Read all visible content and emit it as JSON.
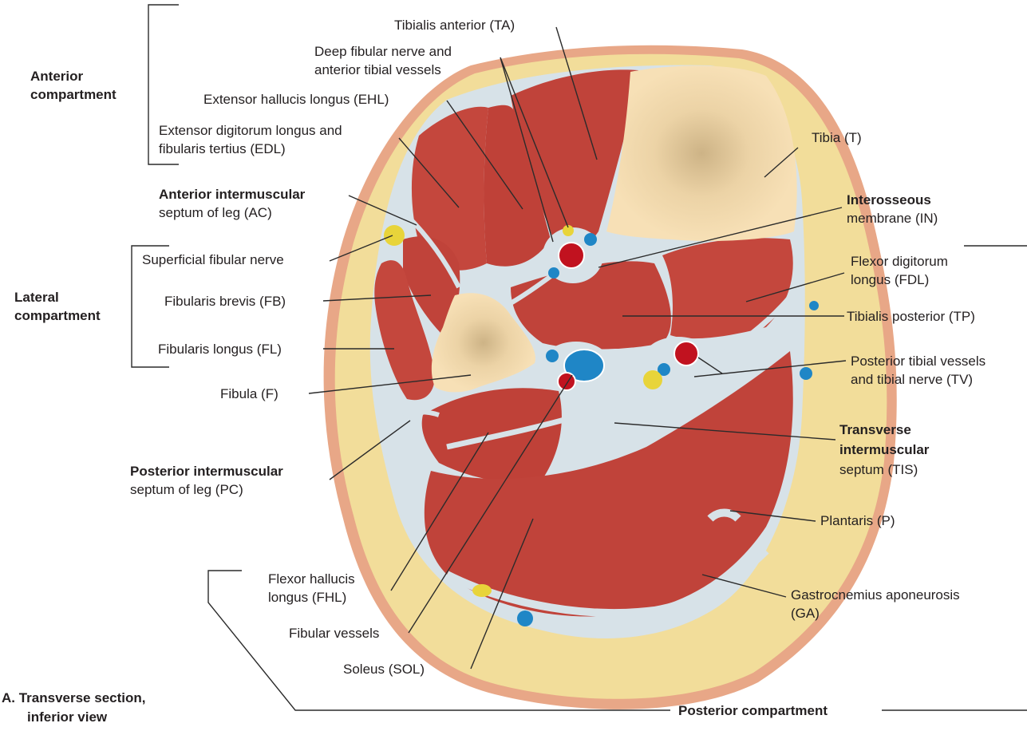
{
  "figure_title": {
    "line1": "A. Transverse section,",
    "line2": "inferior view"
  },
  "compartments": {
    "anterior": {
      "line1": "Anterior",
      "line2": "compartment"
    },
    "lateral": {
      "line1": "Lateral",
      "line2": "compartment"
    },
    "posterior": "Posterior compartment"
  },
  "labels": {
    "tibialis_anterior": "Tibialis anterior (TA)",
    "deep_fibular_1": "Deep fibular nerve and",
    "deep_fibular_2": "anterior tibial vessels",
    "ehl": "Extensor hallucis longus (EHL)",
    "edl_1": "Extensor digitorum longus and",
    "edl_2": "fibularis tertius (EDL)",
    "tibia_bold": "Tibia",
    "tibia_abbr": " (T)",
    "ant_septum_1": "Anterior intermuscular",
    "ant_septum_2_bold": "septum of leg",
    "ant_septum_2_abbr": " (AC)",
    "interosseous_1": "Interosseous",
    "interosseous_2_bold": "membrane",
    "interosseous_2_abbr": " (IN)",
    "superficial_fibular": "Superficial fibular nerve",
    "fdl_1": "Flexor digitorum",
    "fdl_2": "longus (FDL)",
    "fibularis_brevis": "Fibularis brevis (FB)",
    "tibialis_posterior": "Tibialis posterior (TP)",
    "fibularis_longus": "Fibularis longus (FL)",
    "post_tibial_1": "Posterior tibial vessels",
    "post_tibial_2": "and tibial nerve (TV)",
    "fibula_bold": "Fibula",
    "fibula_abbr": " (F)",
    "tis_1": "Transverse",
    "tis_2": "intermuscular",
    "tis_3_bold": "septum",
    "tis_3_abbr": " (TIS)",
    "post_septum_1": "Posterior intermuscular",
    "post_septum_2_bold": "septum of leg",
    "post_septum_2_abbr": " (PC)",
    "plantaris": "Plantaris (P)",
    "fhl_1": "Flexor hallucis",
    "fhl_2": "longus (FHL)",
    "ga_1": "Gastrocnemius aponeurosis",
    "ga_2": "(GA)",
    "fibular_vessels": "Fibular vessels",
    "soleus": "Soleus (SOL)"
  },
  "colors": {
    "skin": "#e8a787",
    "fat": "#f2dd9a",
    "muscle": "#c0433a",
    "fascia": "#d7e2e8",
    "bone": "#f6dcae",
    "artery": "#c1121f",
    "vein": "#1f86c6",
    "nerve": "#e8d43a"
  }
}
